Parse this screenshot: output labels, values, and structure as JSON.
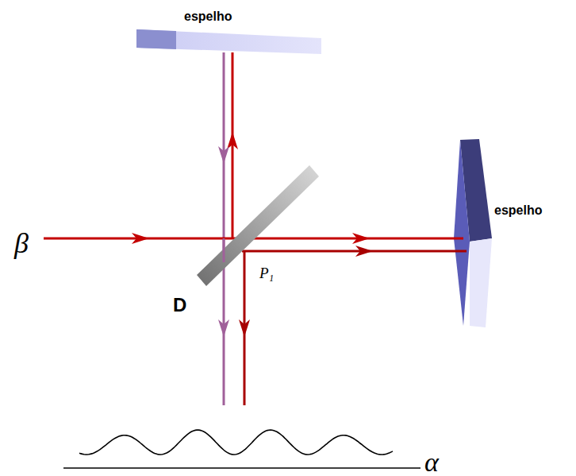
{
  "diagram": {
    "labels": [
      "espelho",
      "espelho",
      "β",
      "D",
      "P₁",
      "α"
    ]
  }
}
